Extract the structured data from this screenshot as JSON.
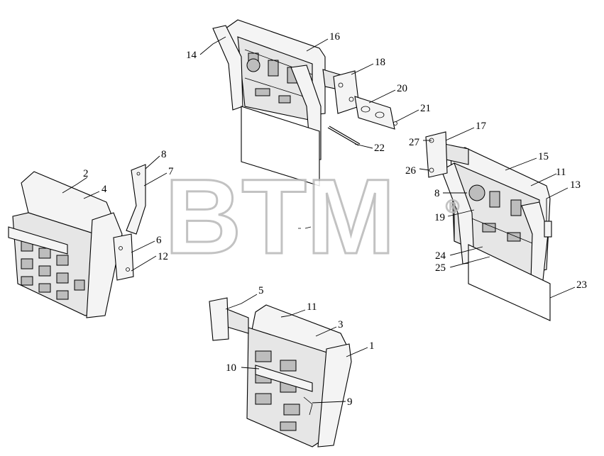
{
  "watermark": {
    "text": "BTM",
    "mark": "®"
  },
  "callouts": {
    "c1": "1",
    "c2": "2",
    "c3": "3",
    "c4": "4",
    "c5": "5",
    "c6": "6",
    "c7": "7",
    "c8a": "8",
    "c8b": "8",
    "c9": "9",
    "c10": "10",
    "c11a": "11",
    "c11b": "11",
    "c12": "12",
    "c13": "13",
    "c14": "14",
    "c15": "15",
    "c16": "16",
    "c17": "17",
    "c18": "18",
    "c19": "19",
    "c20": "20",
    "c21": "21",
    "c22": "22",
    "c23": "23",
    "c24": "24",
    "c25": "25",
    "c26": "26",
    "c27": "27"
  }
}
